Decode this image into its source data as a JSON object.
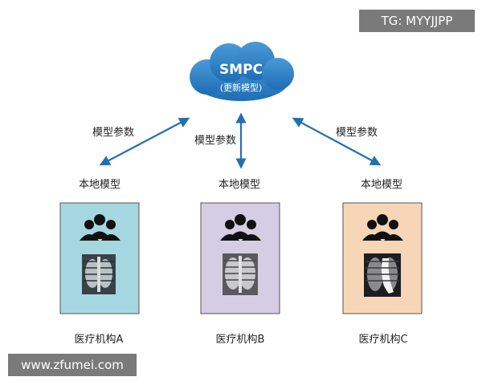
{
  "server": {
    "title": "SMPC",
    "subtitle": "(更新模型)"
  },
  "edge_labels": {
    "left": "模型参数",
    "middle": "模型参数",
    "right": "模型参数"
  },
  "model_labels": [
    "本地模型",
    "本地模型",
    "本地模型"
  ],
  "institutions": [
    {
      "name": "医疗机构A",
      "panel_color": "#a5d7e1"
    },
    {
      "name": "医疗机构B",
      "panel_color": "#d4cde3"
    },
    {
      "name": "医疗机构C",
      "panel_color": "#f7d6b7"
    }
  ],
  "icons": {
    "server": "cloud-icon",
    "arrows": "double-arrow-icon",
    "people": "people-group-icon",
    "image": "chest-xray-icon"
  },
  "colors": {
    "cloud": "#2a7cc4",
    "arrow": "#2370b0",
    "border": "#555555"
  },
  "watermarks": {
    "top_right": "TG: MYYJJPP",
    "bottom_left": "www.zfumei.com"
  }
}
